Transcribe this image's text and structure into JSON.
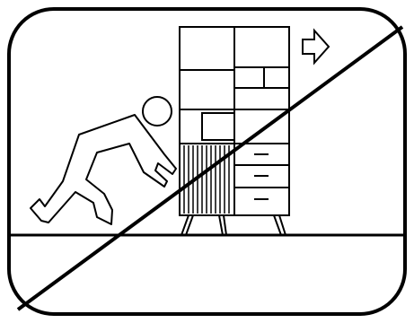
{
  "diagram": {
    "kind": "warning-pictogram",
    "meaning": "prohibited",
    "subject_icons": [
      "person-pushing-icon",
      "cabinet-icon",
      "arrow-right-icon"
    ],
    "prohibition_mark": "diagonal-slash",
    "colors": {
      "stroke": "#000000",
      "background": "#ffffff"
    }
  }
}
